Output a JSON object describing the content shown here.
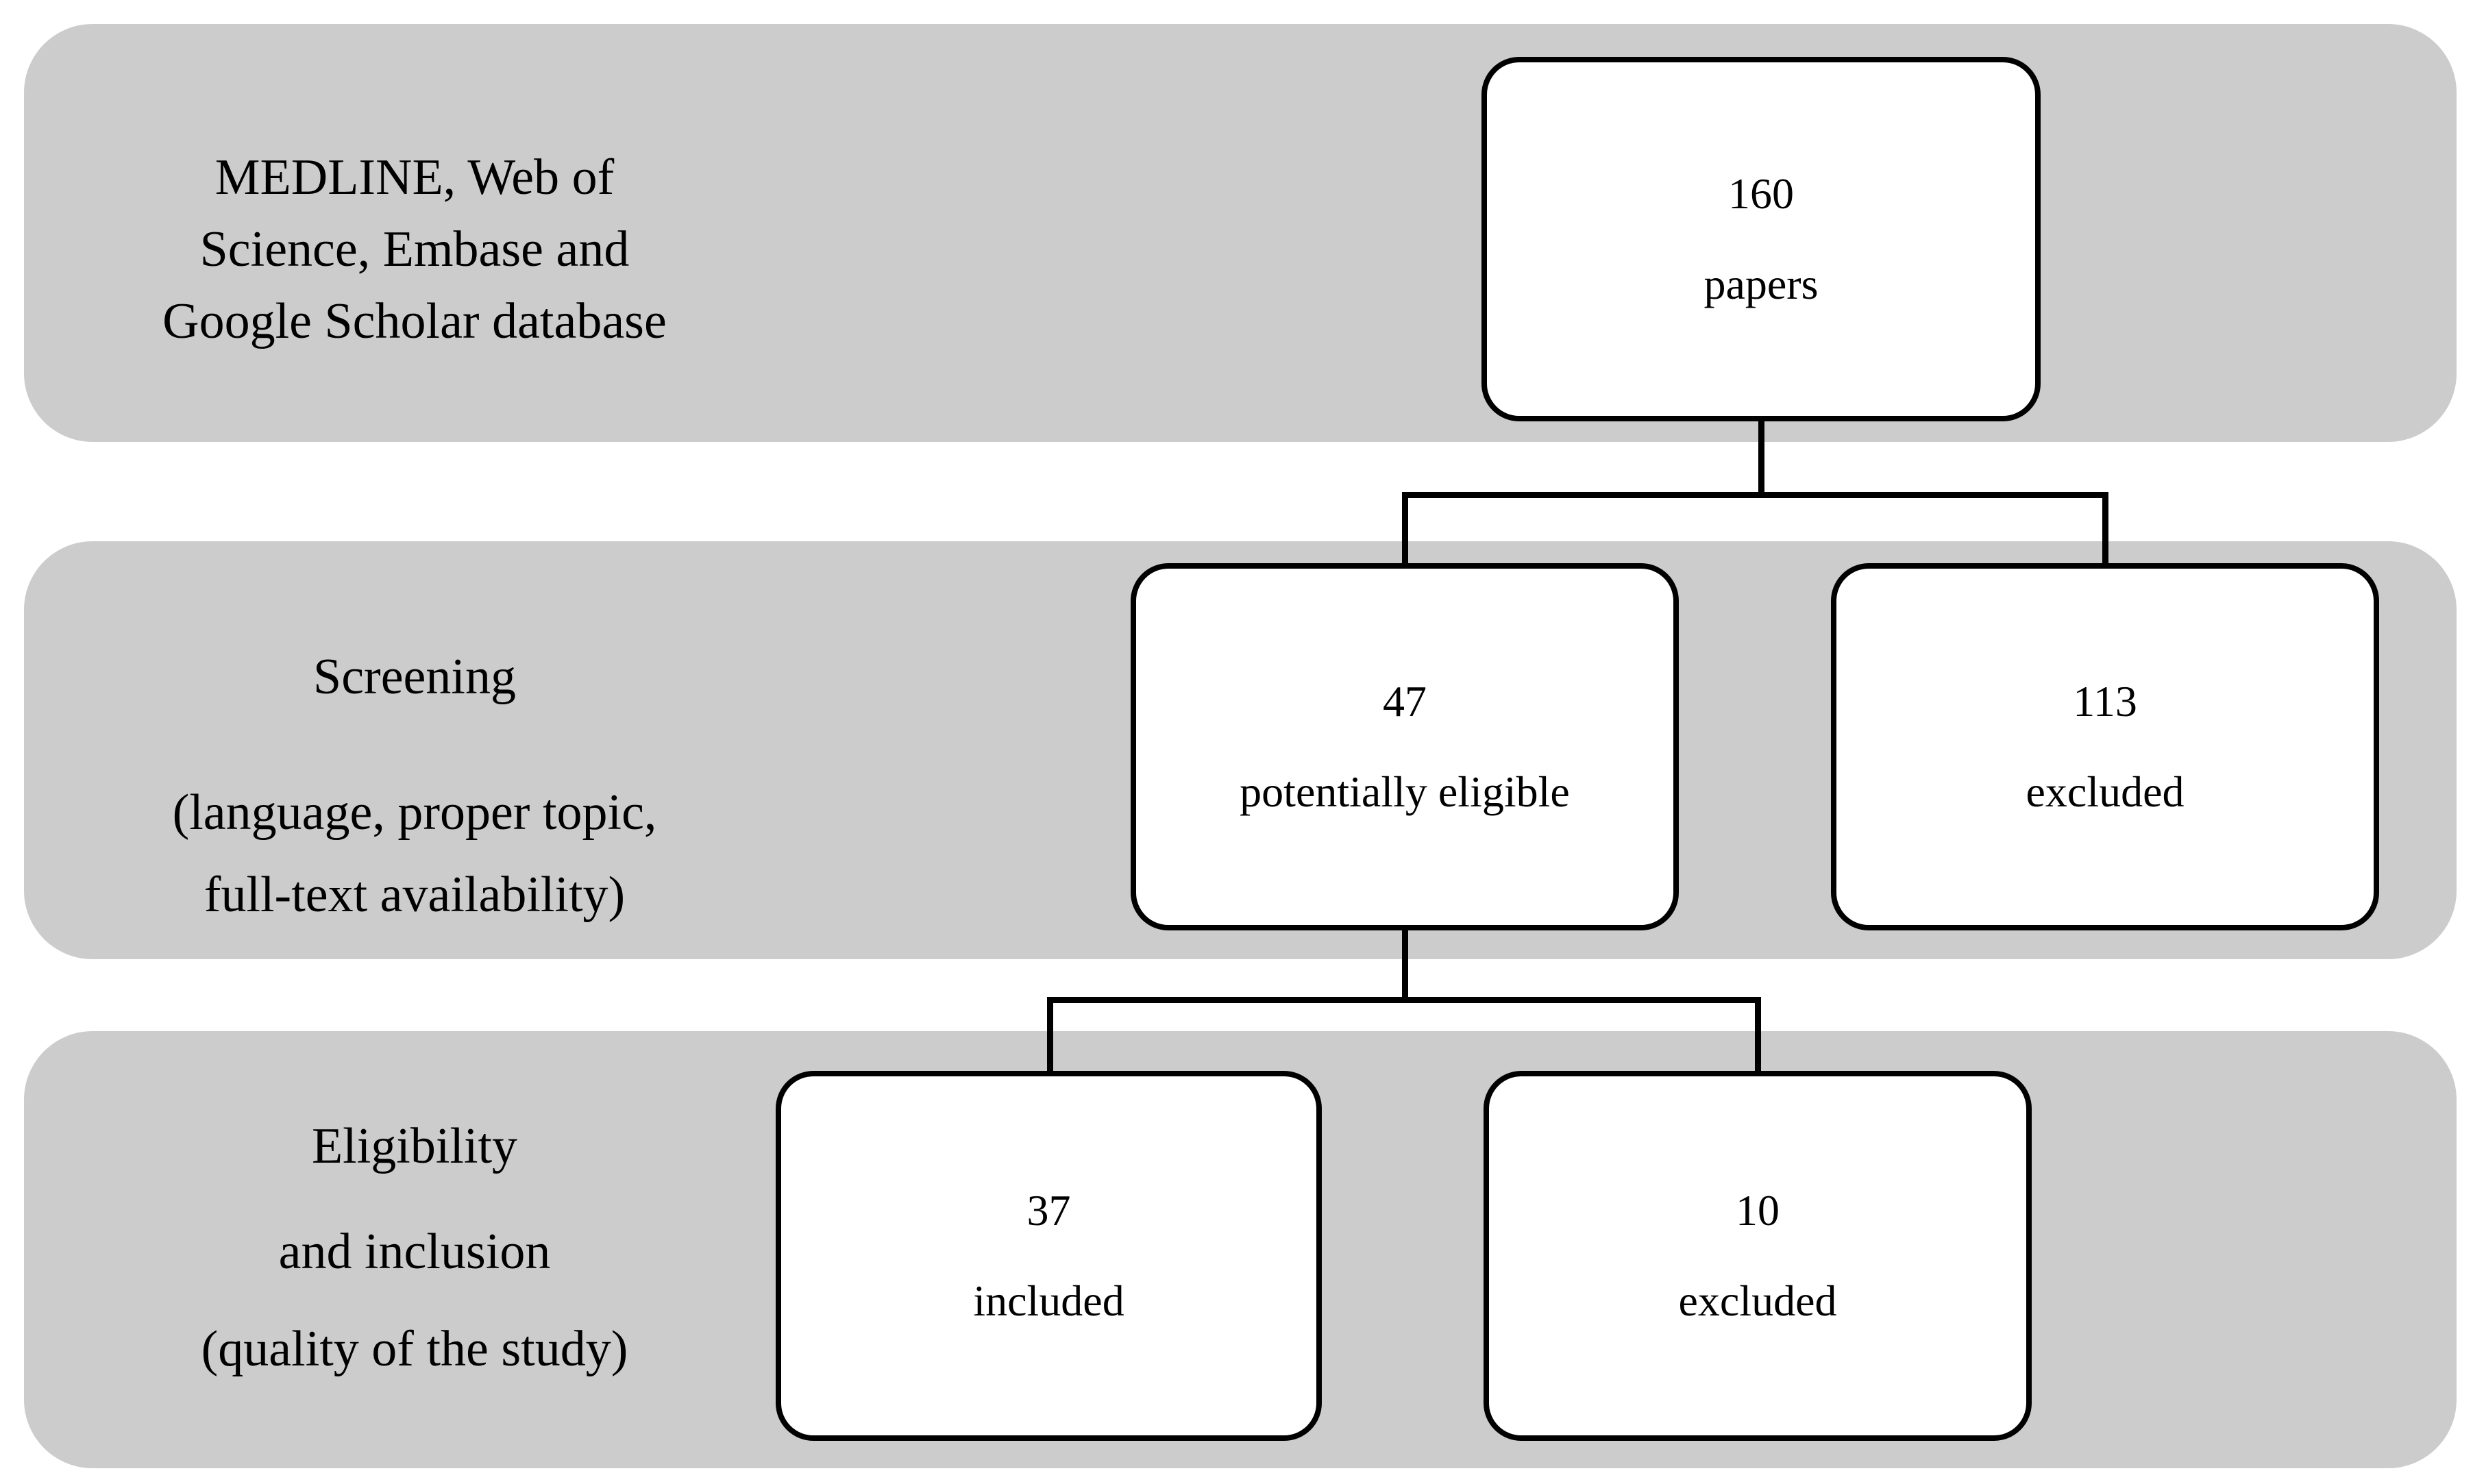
{
  "figure": {
    "type": "study-selection-flow-diagram",
    "stages": [
      {
        "name": "identification",
        "label_lines": [
          "MEDLINE, Web of",
          "Science, Embase and",
          "Google Scholar database"
        ]
      },
      {
        "name": "screening",
        "label_lines": [
          "Screening",
          "(language, proper topic,",
          "full-text availability)"
        ]
      },
      {
        "name": "eligibility",
        "label_lines": [
          "Eligibility",
          "and inclusion",
          "(quality of the study)"
        ]
      }
    ],
    "nodes": [
      {
        "id": "papers",
        "value": "160",
        "label": "papers"
      },
      {
        "id": "potentially-eligible",
        "value": "47",
        "label": "potentially eligible"
      },
      {
        "id": "excluded-screening",
        "value": "113",
        "label": "excluded"
      },
      {
        "id": "included",
        "value": "37",
        "label": "included"
      },
      {
        "id": "excluded-eligibility",
        "value": "10",
        "label": "excluded"
      }
    ],
    "colors": {
      "band": "#cccccc",
      "border": "#000000",
      "node_fill": "#ffffff",
      "text": "#000000"
    }
  }
}
